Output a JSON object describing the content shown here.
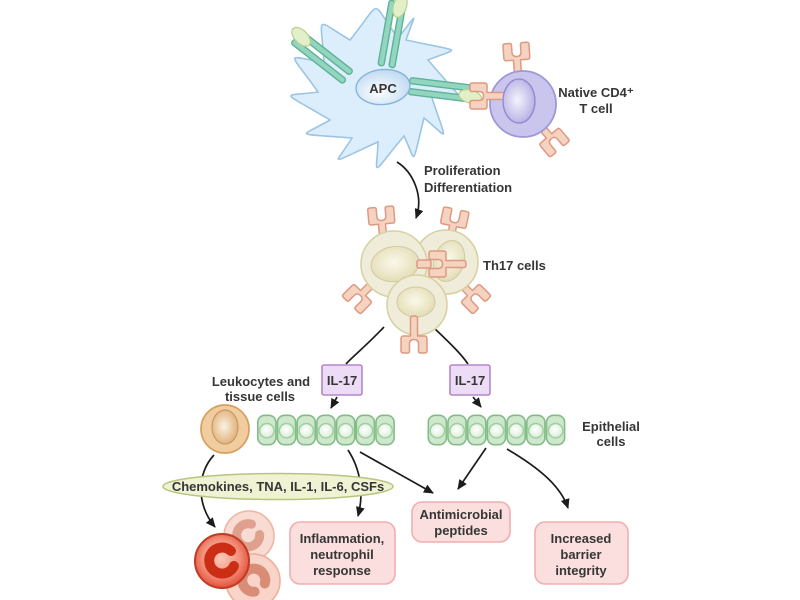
{
  "figure": {
    "type": "immunology-pathway-diagram",
    "background": "#ffffff"
  },
  "labels": {
    "apc": "APC",
    "native_t_cell": [
      "Native CD4⁺",
      "T cell"
    ],
    "process": [
      "Proliferation",
      "Differentiation"
    ],
    "th17": "Th17 cells",
    "il17_left": "IL-17",
    "il17_right": "IL-17",
    "leukocytes": [
      "Leukocytes and",
      "tissue cells"
    ],
    "epithelial": [
      "Epithelial",
      "cells"
    ],
    "mediators": "Chemokines, TNA, IL-1, IL-6, CSFs",
    "outcome_inflammation": [
      "Inflammation,",
      "neutrophil",
      "response"
    ],
    "outcome_antimicrobial": [
      "Antimicrobial",
      "peptides"
    ],
    "outcome_barrier": [
      "Increased",
      "barrier",
      "integrity"
    ]
  },
  "colors": {
    "apc_cell": "#dceefb",
    "apc_border": "#9cc4e4",
    "mhc_green": "#93d6bf",
    "peptide_green": "#e3efc9",
    "t_cell_purple": "#c9c5ec",
    "t_cell_nucleus": "#a8a3dc",
    "receptor_peach": "#f6d3c1",
    "receptor_border": "#dd9a82",
    "th17_cream": "#efecda",
    "th17_border": "#d8d1a3",
    "il17_box_fill": "#ecdcf5",
    "il17_box_border": "#b685cc",
    "leukocyte_orange": "#f1cc9f",
    "epithelial_fill": "#cfe8cd",
    "epithelial_border": "#84bc88",
    "mediators_oval_fill": "#eff3d3",
    "mediators_oval_border": "#b9c47c",
    "outcome_box_fill": "#fbdede",
    "outcome_box_border": "#f2aeae",
    "neutrophil_red": "#e65741",
    "arrow": "#1c1c1c",
    "text": "#363636"
  }
}
